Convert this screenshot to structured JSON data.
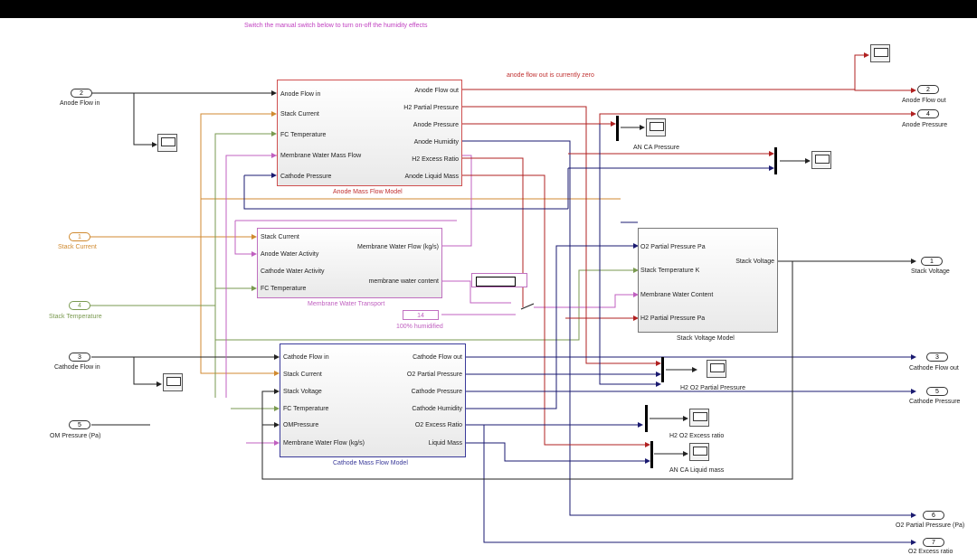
{
  "note_humidity": "Switch the manual switch below to turn on-off the humidity effects",
  "note_anode": "anode flow out is currently zero",
  "inports": [
    {
      "num": "2",
      "label": "Anode Flow in"
    },
    {
      "num": "1",
      "label": "Stack Current"
    },
    {
      "num": "4",
      "label": "Stack Temperature"
    },
    {
      "num": "3",
      "label": "Cathode Flow in"
    },
    {
      "num": "5",
      "label": "OM Pressure (Pa)"
    }
  ],
  "outports": [
    {
      "num": "2",
      "label": "Anode Flow out"
    },
    {
      "num": "4",
      "label": "Anode Pressure"
    },
    {
      "num": "1",
      "label": "Stack Voltage"
    },
    {
      "num": "3",
      "label": "Cathode Flow out"
    },
    {
      "num": "5",
      "label": "Cathode Pressure"
    },
    {
      "num": "6",
      "label": "O2 Partial Pressure (Pa)"
    },
    {
      "num": "7",
      "label": "O2 Excess ratio"
    }
  ],
  "anode_block": {
    "title": "Anode Mass Flow Model",
    "inputs": [
      "Anode Flow in",
      "Stack Current",
      "FC Temperature",
      "Membrane Water Mass Flow",
      "Cathode Pressure"
    ],
    "outputs": [
      "Anode Flow out",
      "H2 Partial Pressure",
      "Anode Pressure",
      "Anode Humidity",
      "H2 Excess Ratio",
      "Anode Liquid Mass"
    ]
  },
  "membrane_block": {
    "title": "Membrane Water Transport",
    "inputs": [
      "Stack Current",
      "Anode Water Activity",
      "Cathode Water Activity",
      "FC Temperature"
    ],
    "outputs": [
      "Membrane Water Flow (kg/s)",
      "membrane water content"
    ]
  },
  "cathode_block": {
    "title": "Cathode Mass Flow Model",
    "inputs": [
      "Cathode Flow in",
      "Stack Current",
      "Stack Voltage",
      "FC Temperature",
      "OMPressure",
      "Membrane Water Flow (kg/s)"
    ],
    "outputs": [
      "Cathode Flow out",
      "O2 Partial Pressure",
      "Cathode Pressure",
      "Cathode Humidity",
      "O2 Excess Ratio",
      "Liquid Mass"
    ]
  },
  "voltage_block": {
    "title": "Stack Voltage Model",
    "inputs": [
      "O2 Partial Pressure Pa",
      "Stack Temperature K",
      "Membrane Water Content",
      "H2 Partial Pressure Pa"
    ],
    "outputs": [
      "Stack Voltage"
    ]
  },
  "constant": {
    "value": "14",
    "label": "100% humidified"
  },
  "scope_labels": {
    "an_ca_pressure": "AN CA Pressure",
    "h2_o2_partial": "H2 O2 Partial Pressure",
    "h2_o2_excess": "H2 O2 Excess ratio",
    "an_ca_liquid": "AN CA Liquid mass"
  },
  "colors": {
    "anode_border": "#d05050",
    "membrane_border": "#c070c0",
    "cathode_border": "#3a3a9a",
    "stack_current": "#d08a30",
    "stack_temperature": "#7a9a50",
    "note_magenta": "#c040c0",
    "note_red": "#c03030"
  }
}
